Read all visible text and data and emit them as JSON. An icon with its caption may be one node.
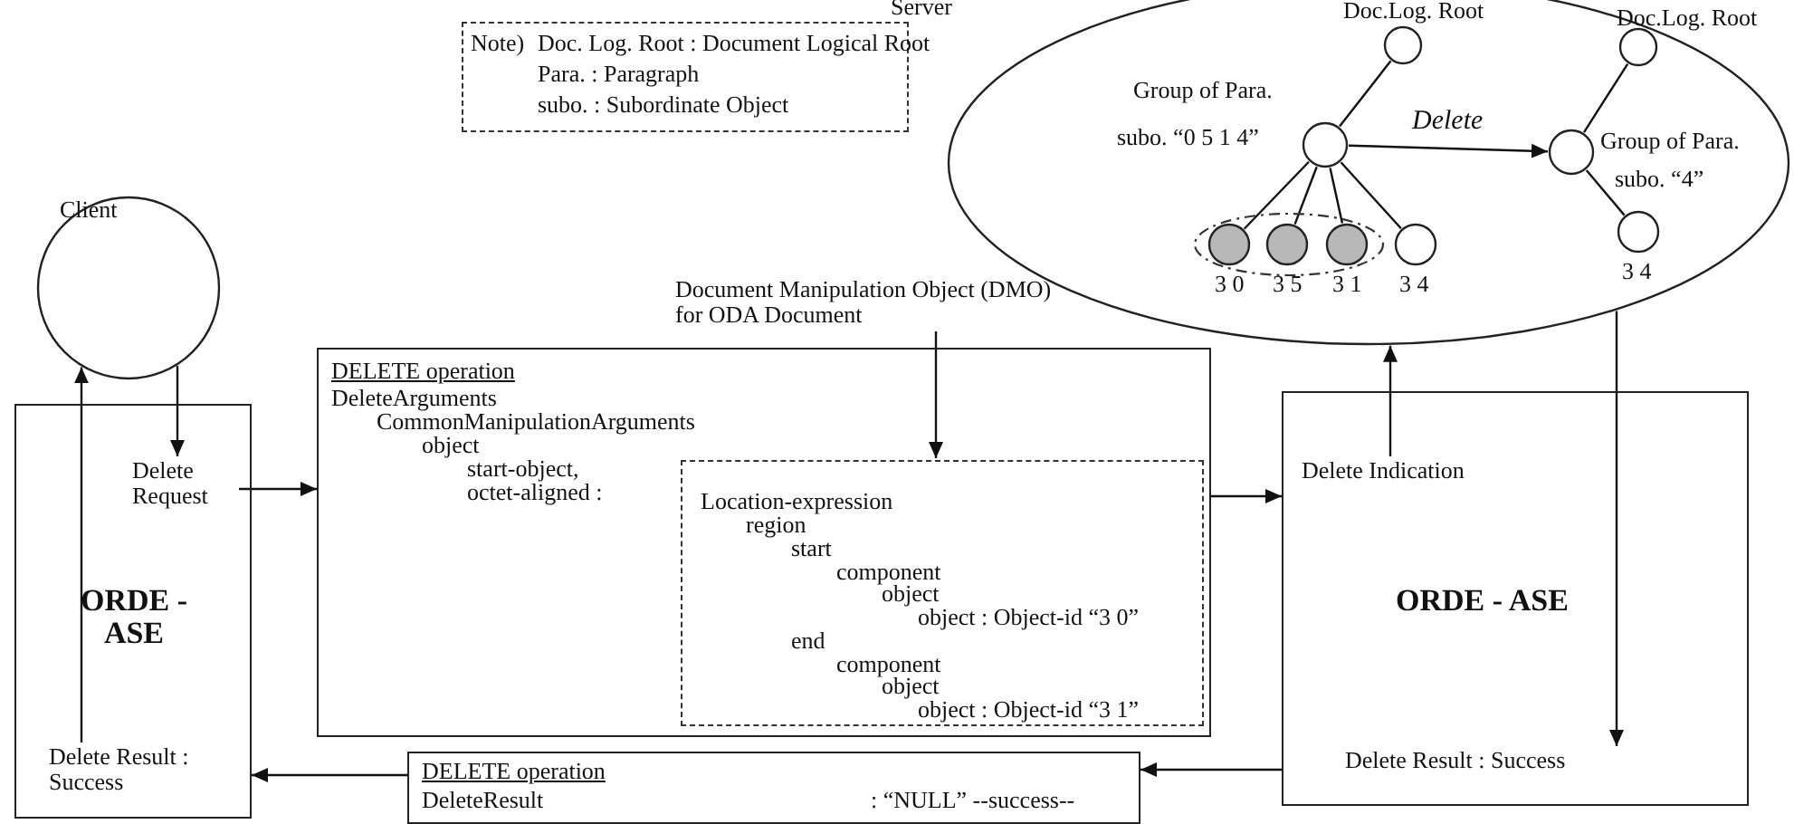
{
  "diagram": {
    "nodes": [
      {
        "text": [
          "Note)",
          "Doc. Log. Root : Document Logical Root",
          "Para. : Paragraph",
          "subo. : Subordinate Object"
        ]
      },
      {
        "text": [
          "Client"
        ]
      },
      {
        "text": [
          "ORDE - ASE"
        ]
      },
      {
        "text": [
          "Delete Request"
        ],
        "in": 2
      },
      {
        "text": [
          "Delete Result : Success"
        ],
        "in": 2
      },
      {
        "text": [
          "DELETE operation",
          "DeleteArguments",
          "CommonManipulationArguments",
          "object",
          "start-object,",
          "octet-aligned :"
        ]
      },
      {
        "text": [
          "Location-expression",
          "region",
          "start",
          "component",
          "object",
          "object : Object-id “3 0”",
          "end",
          "component",
          "object",
          "object : Object-id “3 1”"
        ],
        "in": 5
      },
      {
        "text": [
          "Document Manipulation Object (DMO) for ODA Document"
        ]
      },
      {
        "text": [
          "ORDE - ASE"
        ]
      },
      {
        "text": [
          "Delete Indication"
        ],
        "in": 8
      },
      {
        "text": [
          "Delete Result : Success"
        ],
        "in": 8
      },
      {
        "text": [
          "DELETE operation",
          "DeleteResult",
          ": “NULL” --success--"
        ]
      },
      {
        "text": [
          "Server"
        ]
      },
      {
        "text": [],
        "shape": "circle",
        "in": 12,
        "beside": [
          "Doc.Log. Root"
        ]
      },
      {
        "text": [],
        "shape": "circle",
        "in": 12,
        "beside": [
          "Group of Para.",
          "subo. “0 5 1 4”"
        ]
      },
      {
        "text": [],
        "shape": "ellipse",
        "in": 12
      },
      {
        "text": [],
        "shape": "circle",
        "in": 15,
        "beside": [
          "3 0"
        ]
      },
      {
        "text": [],
        "shape": "circle",
        "in": 15,
        "beside": [
          "3 5"
        ]
      },
      {
        "text": [],
        "shape": "circle",
        "in": 15,
        "beside": [
          "3 1"
        ]
      },
      {
        "text": [],
        "shape": "circle",
        "in": 12,
        "beside": [
          "3 4"
        ]
      },
      {
        "text": [],
        "shape": "circle",
        "in": 12,
        "beside": [
          "Doc.Log. Root"
        ]
      },
      {
        "text": [],
        "shape": "circle",
        "in": 12,
        "beside": [
          "Group of Para.",
          "subo. “4”"
        ]
      },
      {
        "text": [],
        "shape": "circle",
        "in": 12,
        "beside": [
          "3 4"
        ]
      }
    ],
    "edges": [
      {
        "from": 1,
        "to": 3,
        "arrow": "to"
      },
      {
        "from": 4,
        "to": 1,
        "arrow": "to"
      },
      {
        "from": 3,
        "to": 5,
        "arrow": "to"
      },
      {
        "from": 7,
        "to": 6,
        "arrow": "to"
      },
      {
        "from": 5,
        "to": 8,
        "arrow": "to"
      },
      {
        "from": 9,
        "to": 12,
        "arrow": "to"
      },
      {
        "from": 12,
        "to": 10,
        "arrow": "to"
      },
      {
        "from": 8,
        "to": 11,
        "arrow": "to"
      },
      {
        "from": 11,
        "to": 2,
        "arrow": "to"
      },
      {
        "from": 13,
        "to": 14,
        "arrow": "none"
      },
      {
        "from": 14,
        "to": 16,
        "arrow": "none"
      },
      {
        "from": 14,
        "to": 17,
        "arrow": "none"
      },
      {
        "from": 14,
        "to": 18,
        "arrow": "none"
      },
      {
        "from": 14,
        "to": 19,
        "arrow": "none"
      },
      {
        "from": 20,
        "to": 21,
        "arrow": "none"
      },
      {
        "from": 21,
        "to": 22,
        "arrow": "none"
      },
      {
        "from": 14,
        "to": 21,
        "arrow": "to",
        "label": "Delete"
      }
    ]
  }
}
